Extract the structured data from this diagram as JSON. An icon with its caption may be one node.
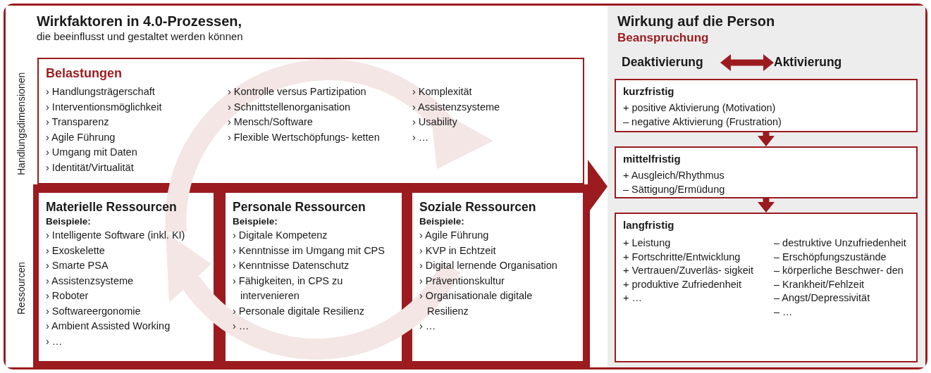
{
  "diagram": {
    "nodes": [
      {
        "text": [
          "Wirkfaktoren in 4.0-Prozessen,",
          "die beeinflusst und gestaltet werden können"
        ]
      },
      {
        "text": [
          "Belastungen",
          "› Handlungsträgerschaft",
          "› Interventionsmöglichkeit",
          "› Transparenz",
          "› Agile Führung",
          "› Umgang mit Daten",
          "› Identität/Virtualität",
          "› Kontrolle versus Partizipation",
          "› Schnittstellenorganisation",
          "› Mensch/Software",
          "› Flexible Wertschöpfungs- ketten",
          "› Komplexität",
          "› Assistenzsysteme",
          "› Usability",
          "› …"
        ],
        "in": 0
      },
      {
        "text": [
          "Materielle Ressourcen",
          "Beispiele:",
          "› Intelligente Software (inkl. KI)",
          "› Exoskelette",
          "› Smarte PSA",
          "› Assistenzsysteme",
          "› Roboter",
          "› Softwareergonomie",
          "› Ambient Assisted Working",
          "› …"
        ],
        "in": 0
      },
      {
        "text": [
          "Personale Ressourcen",
          "Beispiele:",
          "› Digitale Kompetenz",
          "› Kenntnisse im Umgang mit CPS",
          "› Kenntnisse Datenschutz",
          "› Fähigkeiten, in CPS zu intervenieren",
          "› Personale digitale Resilienz",
          "› …"
        ],
        "in": 0
      },
      {
        "text": [
          "Soziale Ressourcen",
          "Beispiele:",
          "› Agile Führung",
          "› KVP in Echtzeit",
          "› Digital lernende Organisation",
          "› Präventionskultur",
          "› Organisationale digitale Resilienz",
          "› …"
        ],
        "in": 0
      },
      {
        "text": [
          "Wirkung auf die Person",
          "Beanspruchung"
        ]
      },
      {
        "text": [
          "Deaktivierung"
        ],
        "in": 5
      },
      {
        "text": [
          "Aktivierung"
        ],
        "in": 5
      },
      {
        "text": [
          "kurzfristig",
          "+ positive Aktivierung (Motivation)",
          "– negative Aktivierung (Frustration)"
        ],
        "in": 5
      },
      {
        "text": [
          "mittelfristig",
          "+ Ausgleich/Rhythmus",
          "– Sättigung/Ermüdung"
        ],
        "in": 5
      },
      {
        "text": [
          "langfristig",
          "+ Leistung",
          "+ Fortschritte/Entwicklung",
          "+ Vertrauen/Zuverläs- sigkeit",
          "+ produktive Zufriedenheit",
          "+ …",
          "– destruktive Unzufriedenheit",
          "– Erschöpfungszustände",
          "– körperliche Beschwer- den",
          "– Krankheit/Fehlzeit",
          "– Angst/Depressivität",
          "– …"
        ],
        "in": 5
      }
    ],
    "edges": [
      {
        "from": 0,
        "to": 5,
        "arrow": "to"
      },
      {
        "from": 6,
        "to": 7,
        "arrow": "both"
      },
      {
        "from": 8,
        "to": 9,
        "arrow": "to"
      },
      {
        "from": 9,
        "to": 10,
        "arrow": "to"
      }
    ],
    "labels": [
      "Handlungsdimensionen",
      "Ressourcen"
    ]
  }
}
